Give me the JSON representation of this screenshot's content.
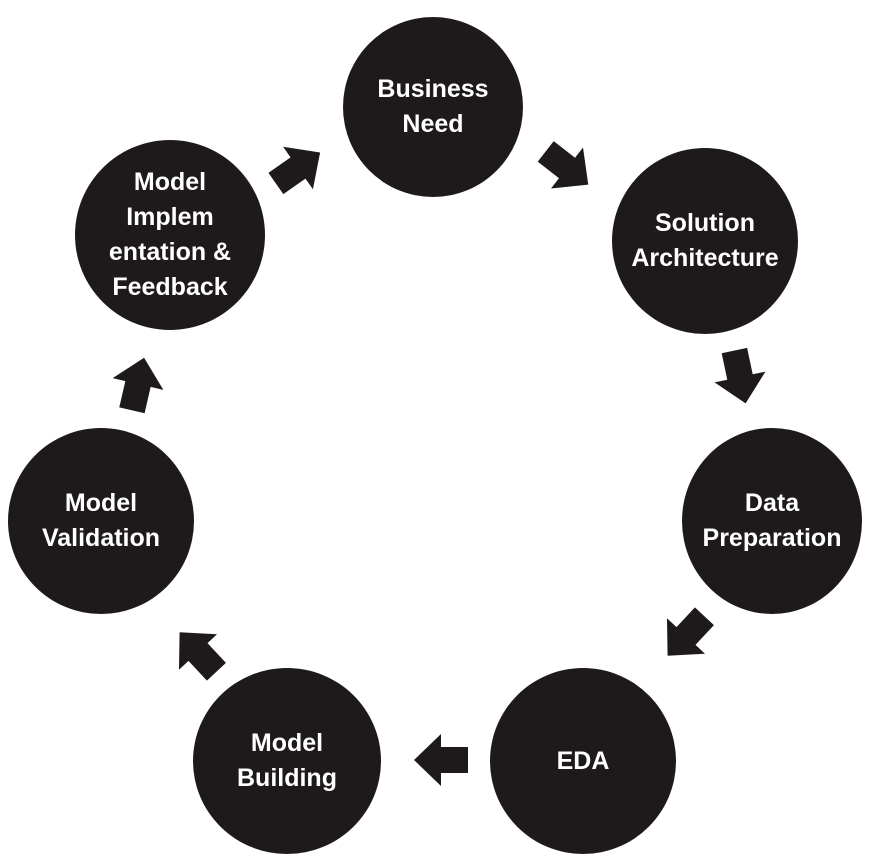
{
  "diagram": {
    "node_color": "#1e1a1b",
    "text_color": "#ffffff",
    "arrow_color": "#1e1a1b",
    "nodes": [
      {
        "id": "business-need",
        "label": "Business\nNeed"
      },
      {
        "id": "solution-architecture",
        "label": "Solution\nArchitecture"
      },
      {
        "id": "data-preparation",
        "label": "Data\nPreparation"
      },
      {
        "id": "eda",
        "label": "EDA"
      },
      {
        "id": "model-building",
        "label": "Model\nBuilding"
      },
      {
        "id": "model-validation",
        "label": "Model\nValidation"
      },
      {
        "id": "model-implementation-feedback",
        "label": "Model\nImplem\nentation &\nFeedback"
      }
    ]
  }
}
